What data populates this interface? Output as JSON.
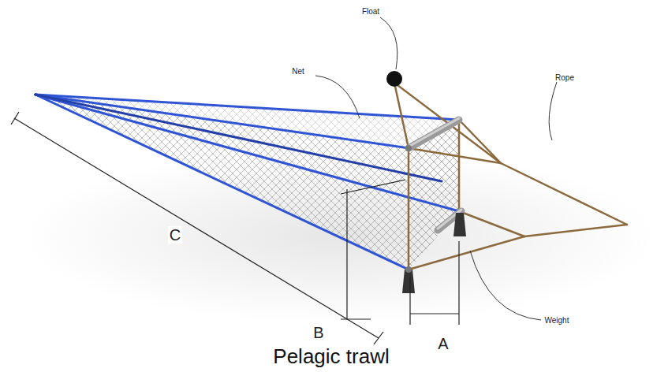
{
  "diagram": {
    "caption": "Pelagic trawl",
    "labels": [
      "Float",
      "Net",
      "Rope",
      "C",
      "B",
      "Weight",
      "A"
    ]
  }
}
